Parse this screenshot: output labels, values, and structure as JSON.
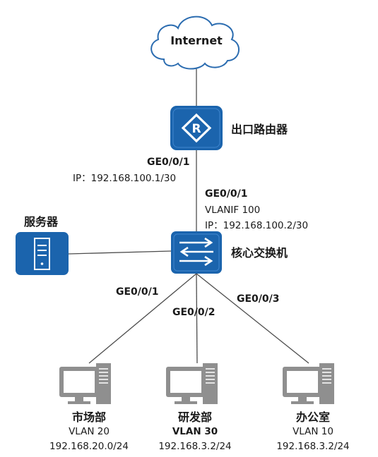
{
  "colors": {
    "device_blue": "#1b64ad",
    "link_gray": "#4d4d4d",
    "pc_gray": "#8f8f8f",
    "cloud_stroke": "#2b6cb0"
  },
  "cloud": {
    "label": "Internet",
    "icon": "cloud-icon"
  },
  "router": {
    "name": "出口路由器",
    "icon": "router-icon",
    "glyph": "R",
    "port": "GE0/0/1",
    "ip": "IP：192.168.100.1/30"
  },
  "core_switch": {
    "name": "核心交换机",
    "icon": "switch-icon",
    "uplink_port": "GE0/0/1",
    "vlanif": "VLANIF 100",
    "ip": "IP：192.168.100.2/30",
    "down_ports": [
      "GE0/0/1",
      "GE0/0/2",
      "GE0/0/3"
    ]
  },
  "server": {
    "name": "服务器",
    "icon": "server-icon"
  },
  "departments": [
    {
      "name": "市场部",
      "vlan": "VLAN 20",
      "subnet": "192.168.20.0/24",
      "vlan_bold": false
    },
    {
      "name": "研发部",
      "vlan": "VLAN 30",
      "subnet": "192.168.3.2/24",
      "vlan_bold": true
    },
    {
      "name": "办公室",
      "vlan": "VLAN 10",
      "subnet": "192.168.3.2/24",
      "vlan_bold": false
    }
  ]
}
